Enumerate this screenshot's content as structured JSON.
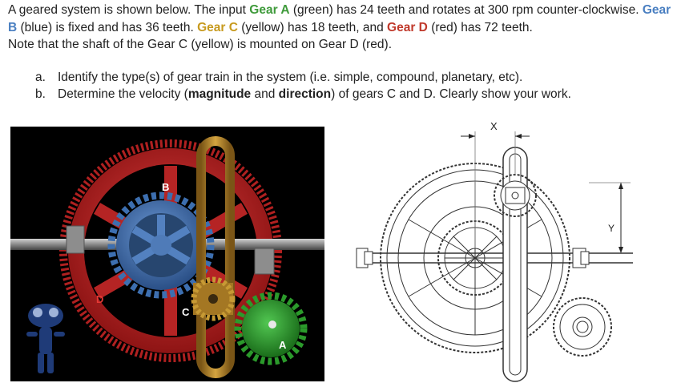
{
  "intro": {
    "s1": "A geared system is shown below. The input ",
    "gearA": "Gear A",
    "s2": " (green) has 24 teeth and rotates at 300 rpm counter-clockwise. ",
    "gearB": "Gear B",
    "s3": " (blue) is fixed and has 36 teeth. ",
    "gearC": "Gear C",
    "s4": " (yellow) has 18 teeth, and ",
    "gearD": "Gear D",
    "s5": " (red) has 72 teeth.",
    "s6": "Note that the shaft of the Gear C (yellow) is mounted on Gear D (red)."
  },
  "questions": [
    {
      "marker": "a.",
      "text": "Identify the type(s) of gear train in the system (i.e. simple, compound, planetary, etc)."
    },
    {
      "marker": "b.",
      "pre": "Determine the velocity (",
      "b1": "magnitude",
      "mid": " and ",
      "b2": "direction",
      "post": ") of gears C and D. Clearly show your work."
    }
  ],
  "figure_left": {
    "labels": {
      "b": "B",
      "d": "D",
      "c": "C",
      "a": "A"
    },
    "colors": {
      "red": "#c62828",
      "blue": "#3d6fb0",
      "yellow": "#b8862b",
      "green": "#2e9b2e",
      "bg": "#000000"
    }
  },
  "figure_right": {
    "labels": {
      "x": "X",
      "y": "Y"
    }
  }
}
